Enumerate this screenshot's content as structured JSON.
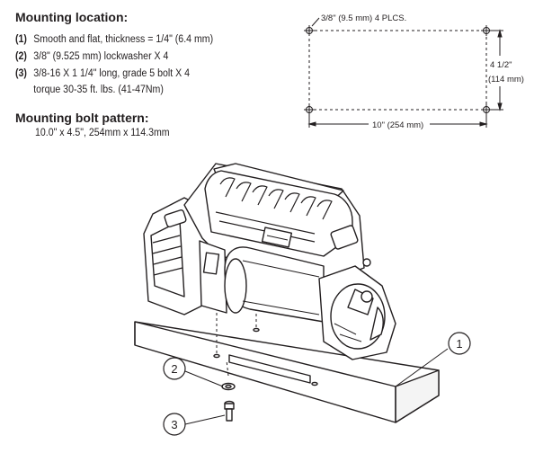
{
  "mounting_location": {
    "heading": "Mounting location:",
    "items": [
      {
        "num": "(1)",
        "text": "Smooth and flat, thickness = 1/4\" (6.4 mm)"
      },
      {
        "num": "(2)",
        "text": "3/8\" (9.525 mm) lockwasher X 4"
      },
      {
        "num": "(3)",
        "text": "3/8-16 X 1 1/4\" long, grade 5 bolt X 4"
      }
    ],
    "item3_continuation": "torque 30-35 ft. lbs. (41-47Nm)"
  },
  "bolt_pattern": {
    "heading": "Mounting bolt pattern:",
    "text": "10.0\" x 4.5\", 254mm x 114.3mm"
  },
  "pattern_diagram": {
    "hole_label": "3/8\" (9.5 mm) 4 PLCS.",
    "width_label": "10\" (254 mm)",
    "height_label_line1": "4 1/2\"",
    "height_label_line2": "(114 mm)"
  },
  "callouts": [
    "1",
    "2",
    "3"
  ],
  "colors": {
    "ink": "#231f20",
    "background": "#ffffff"
  }
}
